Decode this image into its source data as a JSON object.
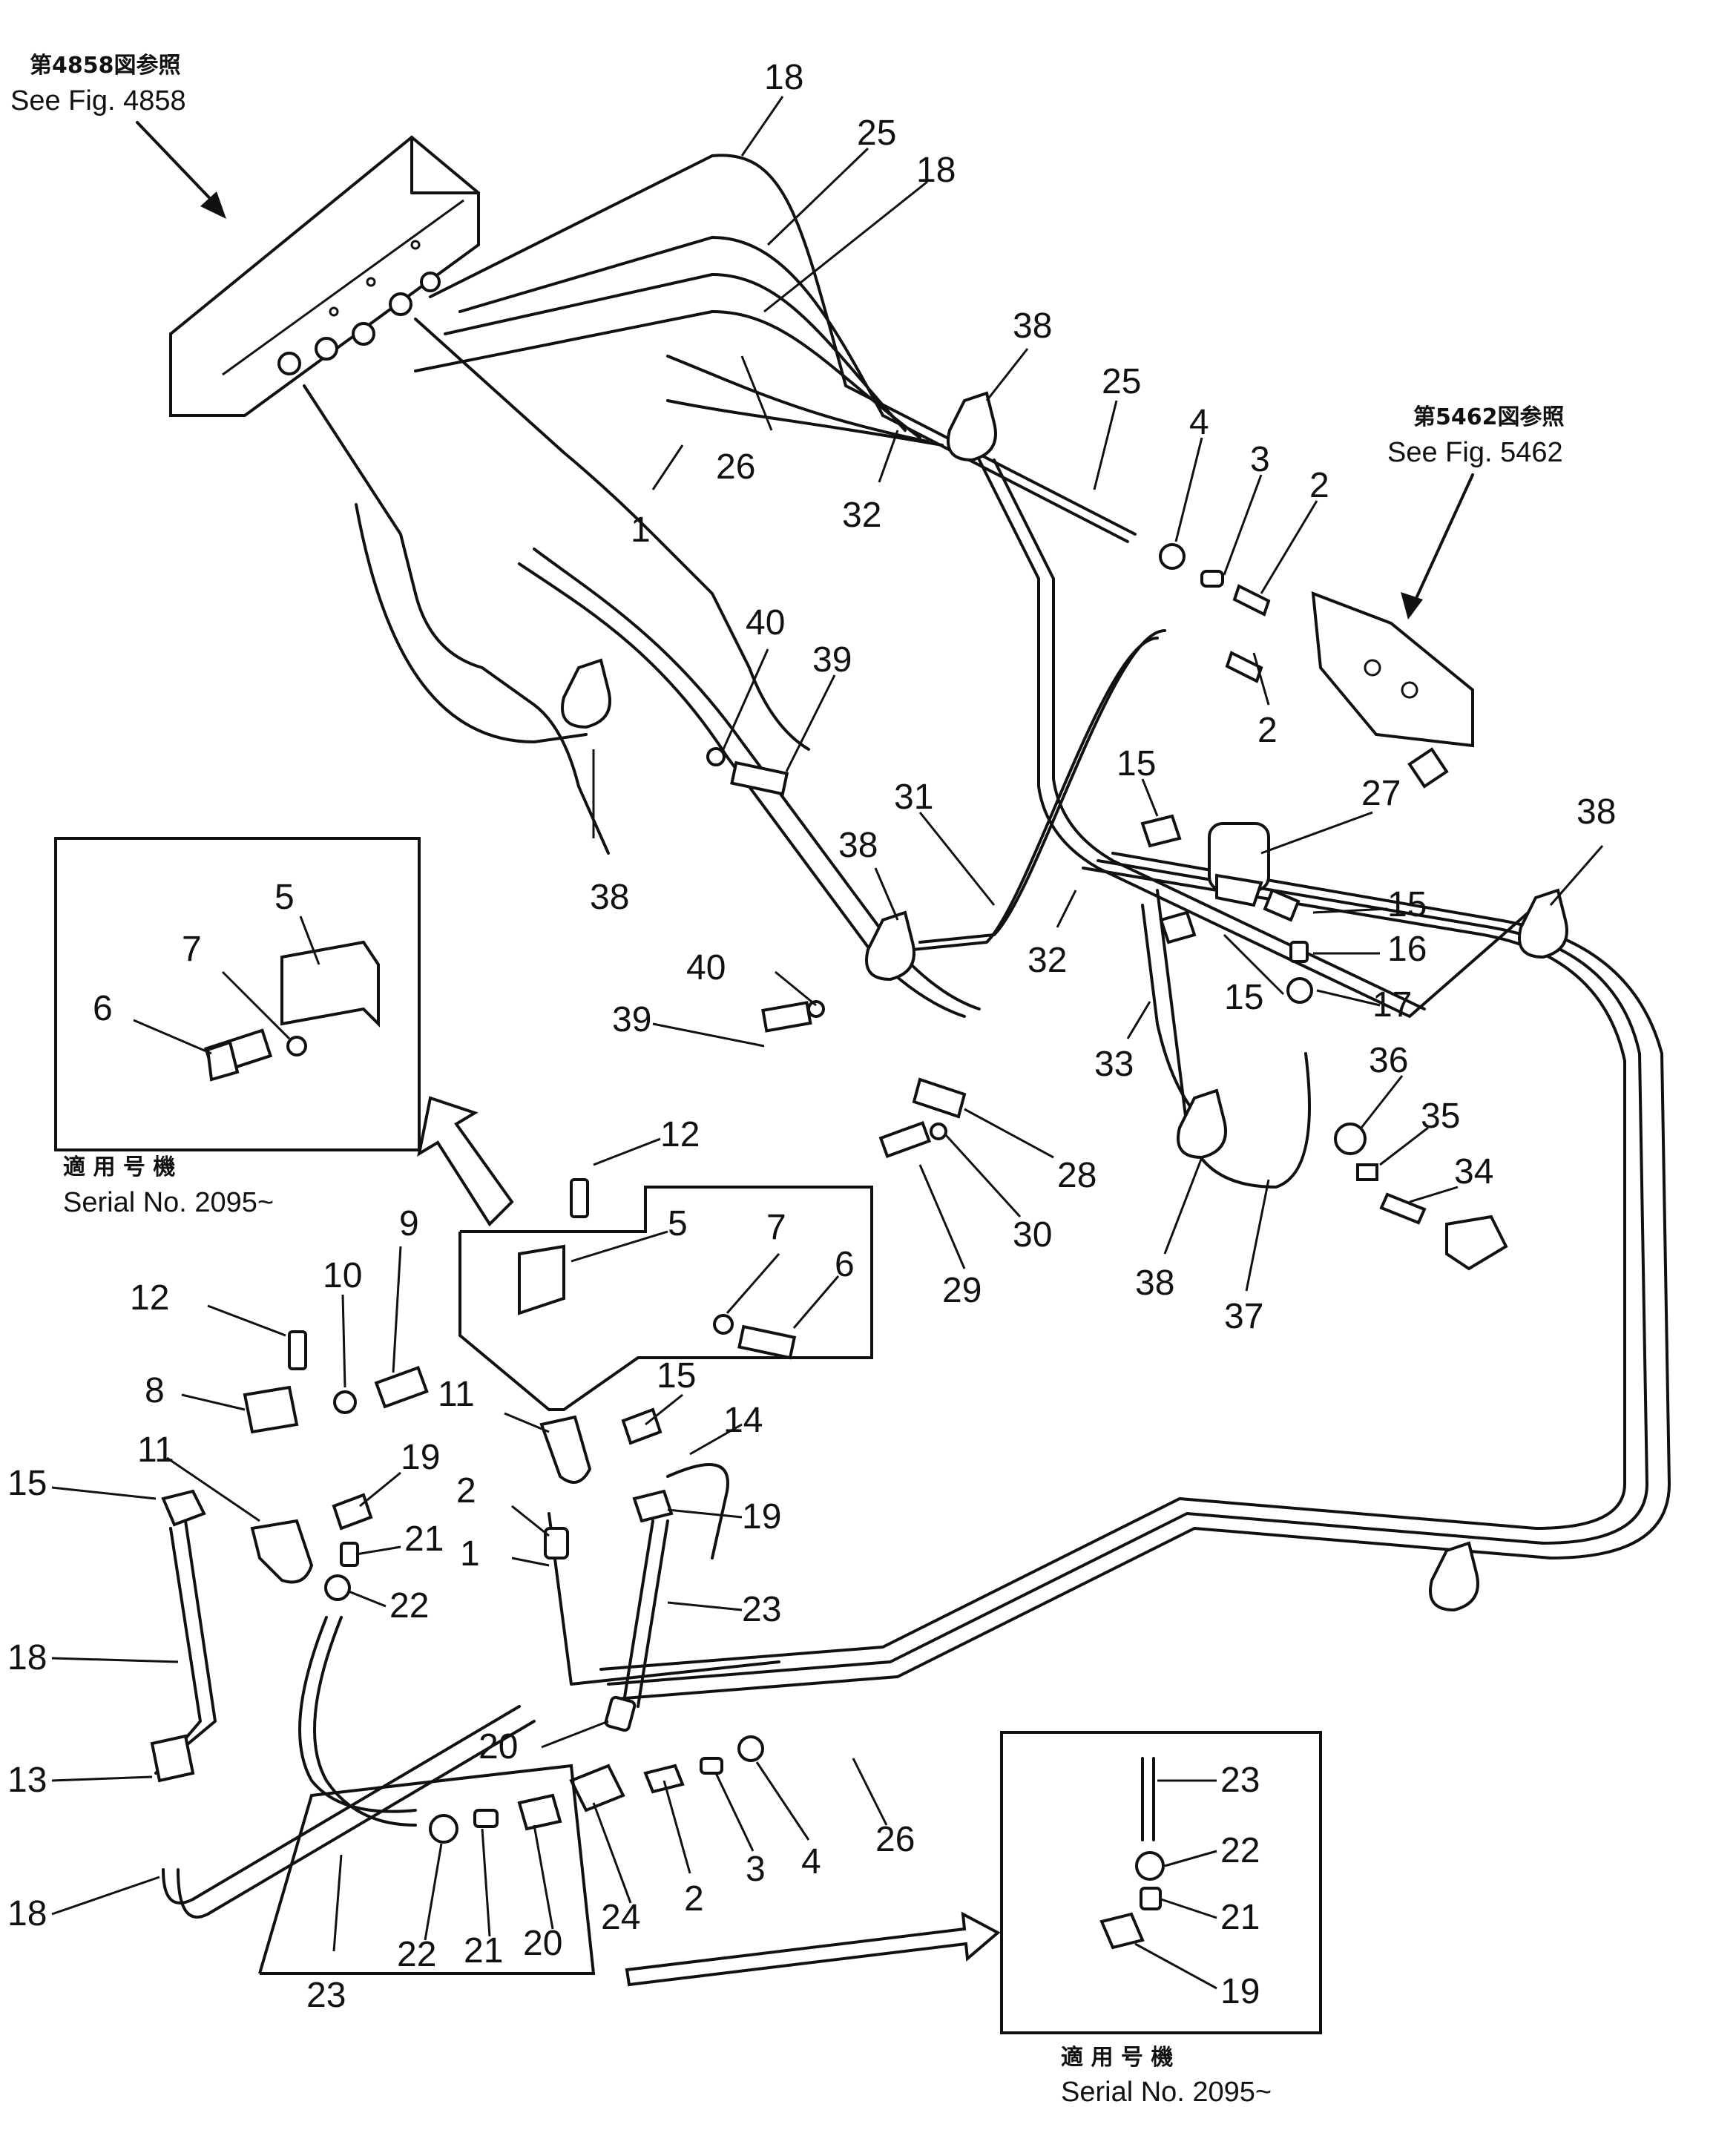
{
  "references": {
    "top_left": {
      "jp": "第4858図参照",
      "en": "See Fig. 4858"
    },
    "top_right": {
      "jp": "第5462図参照",
      "en": "See Fig. 5462"
    }
  },
  "insets": {
    "left": {
      "jp": "適 用 号 機",
      "en": "Serial No. 2095~"
    },
    "bottom_right": {
      "jp": "適 用 号 機",
      "en": "Serial No. 2095~"
    }
  },
  "callouts": [
    "18",
    "25",
    "18",
    "38",
    "25",
    "4",
    "3",
    "2",
    "26",
    "32",
    "1",
    "2",
    "40",
    "39",
    "38",
    "15",
    "27",
    "38",
    "31",
    "38",
    "40",
    "39",
    "32",
    "15",
    "16",
    "15",
    "17",
    "33",
    "36",
    "35",
    "34",
    "28",
    "30",
    "29",
    "38",
    "37",
    "5",
    "7",
    "6",
    "12",
    "5",
    "7",
    "6",
    "9",
    "10",
    "12",
    "8",
    "11",
    "15",
    "14",
    "11",
    "19",
    "2",
    "21",
    "1",
    "22",
    "15",
    "19",
    "23",
    "18",
    "20",
    "13",
    "18",
    "26",
    "4",
    "3",
    "2",
    "24",
    "20",
    "21",
    "22",
    "23",
    "23",
    "22",
    "21",
    "19"
  ]
}
